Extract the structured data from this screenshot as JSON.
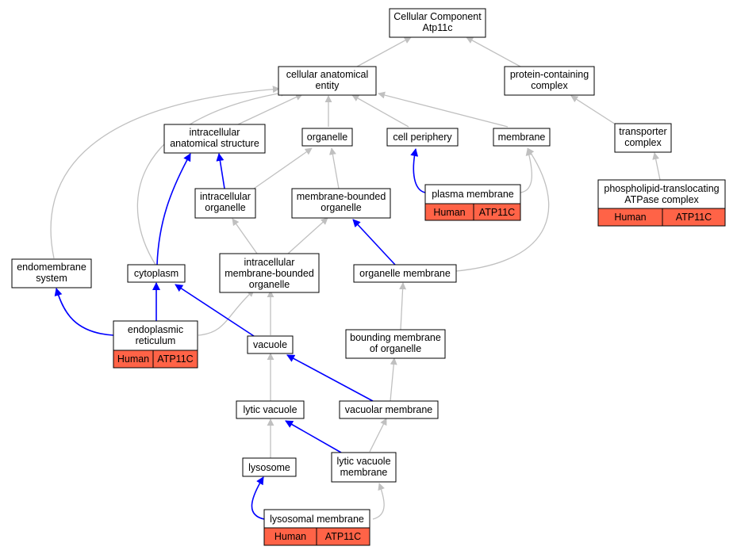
{
  "root": {
    "line1": "Cellular Component",
    "line2": "Atp11c"
  },
  "nodes": {
    "cellular_anatomical_entity": [
      "cellular anatomical",
      "entity"
    ],
    "protein_containing_complex": [
      "protein-containing",
      "complex"
    ],
    "intracellular_anatomical_structure": [
      "intracellular",
      "anatomical structure"
    ],
    "organelle": [
      "organelle"
    ],
    "cell_periphery": [
      "cell periphery"
    ],
    "membrane": [
      "membrane"
    ],
    "transporter_complex": [
      "transporter",
      "complex"
    ],
    "plasma_membrane": [
      "plasma membrane"
    ],
    "phospholipid_translocating": [
      "phospholipid-translocating",
      "ATPase complex"
    ],
    "intracellular_organelle": [
      "intracellular",
      "organelle"
    ],
    "membrane_bounded_organelle": [
      "membrane-bounded",
      "organelle"
    ],
    "endomembrane_system": [
      "endomembrane",
      "system"
    ],
    "cytoplasm": [
      "cytoplasm"
    ],
    "intracellular_mbo": [
      "intracellular",
      "membrane-bounded",
      "organelle"
    ],
    "organelle_membrane": [
      "organelle membrane"
    ],
    "endoplasmic_reticulum": [
      "endoplasmic",
      "reticulum"
    ],
    "vacuole": [
      "vacuole"
    ],
    "bounding_membrane": [
      "bounding membrane",
      "of organelle"
    ],
    "lytic_vacuole": [
      "lytic vacuole"
    ],
    "vacuolar_membrane": [
      "vacuolar membrane"
    ],
    "lysosome": [
      "lysosome"
    ],
    "lytic_vacuole_membrane": [
      "lytic vacuole",
      "membrane"
    ],
    "lysosomal_membrane": [
      "lysosomal membrane"
    ]
  },
  "annotation": {
    "species": "Human",
    "gene": "ATP11C"
  },
  "colors": {
    "annotation": "#ff6347",
    "is_a_edge": "#c0c0c0",
    "part_of_edge": "#0000ff"
  }
}
